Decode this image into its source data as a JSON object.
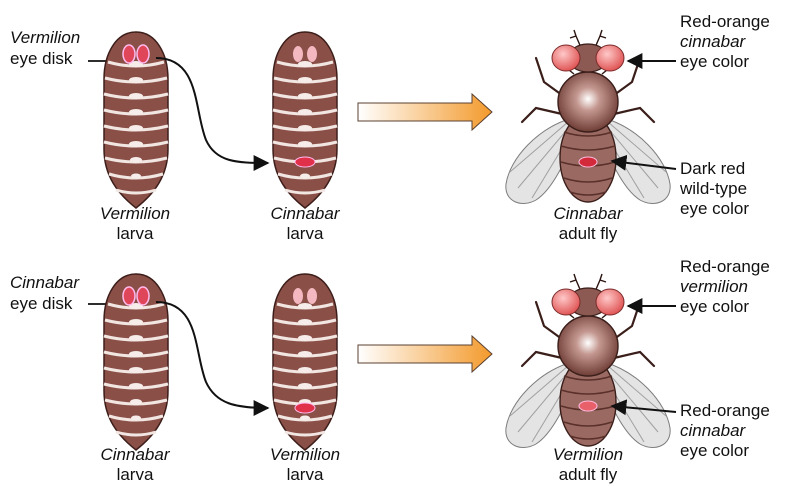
{
  "rows": [
    {
      "donor_label": {
        "name": "Vermilion",
        "suffix": "eye disk"
      },
      "larva1": {
        "name": "Vermilion",
        "suffix": "larva"
      },
      "larva2": {
        "name": "Cinnabar",
        "suffix": "larva"
      },
      "adult": {
        "name": "Cinnabar",
        "suffix": "adult fly"
      },
      "top_callout": {
        "line1": "Red-orange",
        "line2": "cinnabar",
        "line3": "eye color"
      },
      "bottom_callout": {
        "line1": "Dark red",
        "line2": "wild-type",
        "line3": "eye color"
      }
    },
    {
      "donor_label": {
        "name": "Cinnabar",
        "suffix": "eye disk"
      },
      "larva1": {
        "name": "Cinnabar",
        "suffix": "larva"
      },
      "larva2": {
        "name": "Vermilion",
        "suffix": "larva"
      },
      "adult": {
        "name": "Vermilion",
        "suffix": "adult fly"
      },
      "top_callout": {
        "line1": "Red-orange",
        "line2": "vermilion",
        "line3": "eye color"
      },
      "bottom_callout": {
        "line1": "Red-orange",
        "line2": "cinnabar",
        "line3": "eye color"
      }
    }
  ],
  "colors": {
    "larva_body": "#8a5048",
    "larva_segment_line": "#f2e6e2",
    "eye_disk": "#e0465a",
    "fly_eye": "#f07070",
    "fly_body": "#9a6a62",
    "wing": "#e4e4e4",
    "arrow_gradient_start": "#ffffff",
    "arrow_gradient_end": "#f39a2c"
  }
}
